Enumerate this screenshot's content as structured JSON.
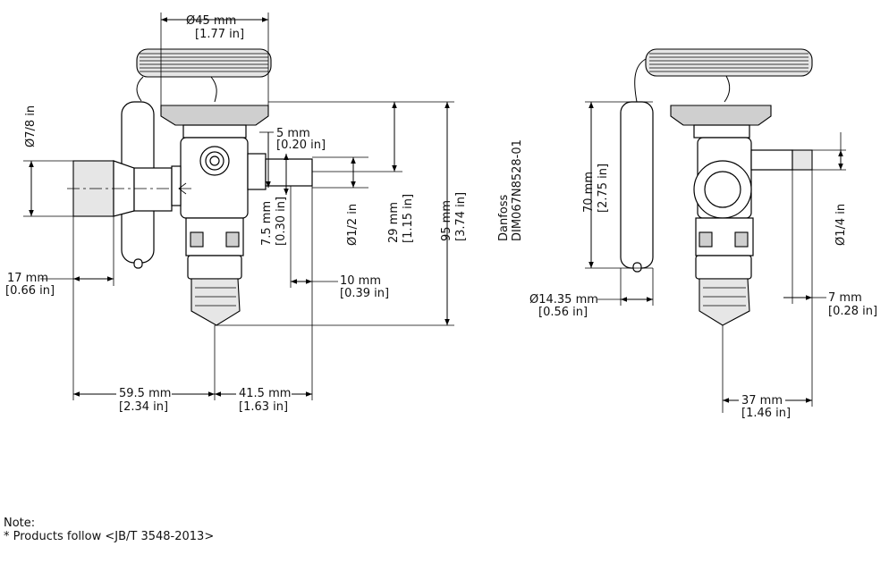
{
  "left_view": {
    "dim_top_dia_mm": "Ø45 mm",
    "dim_top_dia_in": "[1.77 in]",
    "dim_78_in": "Ø7/8 in",
    "dim_5_mm": "5 mm",
    "dim_5_in": "[0.20 in]",
    "dim_12_in": "Ø1/2 in",
    "dim_75_mm": "7.5 mm",
    "dim_75_in": "[0.30 in]",
    "dim_29_mm": "29 mm",
    "dim_29_in": "[1.15 in]",
    "dim_95_mm": "95 mm",
    "dim_95_in": "[3.74 in]",
    "dim_17_mm": "17 mm",
    "dim_17_in": "[0.66 in]",
    "dim_10_mm": "10 mm",
    "dim_10_in": "[0.39 in]",
    "dim_595_mm": "59.5 mm",
    "dim_595_in": "[2.34 in]",
    "dim_415_mm": "41.5 mm",
    "dim_415_in": "[1.63 in]"
  },
  "drawing_id": {
    "brand": "Danfoss",
    "code": "DIM067N8528-01"
  },
  "right_view": {
    "dim_70_mm": "70 mm",
    "dim_70_in": "[2.75 in]",
    "dim_14_mm": "Ø14.35 mm",
    "dim_14_in": "[0.56 in]",
    "dim_14_dia_in": "Ø1/4 in",
    "dim_7_mm": "7 mm",
    "dim_7_in": "[0.28 in]",
    "dim_37_mm": "37 mm",
    "dim_37_in": "[1.46 in]"
  },
  "note": {
    "heading": "Note:",
    "line": "* Products follow <JB/T 3548-2013>"
  }
}
